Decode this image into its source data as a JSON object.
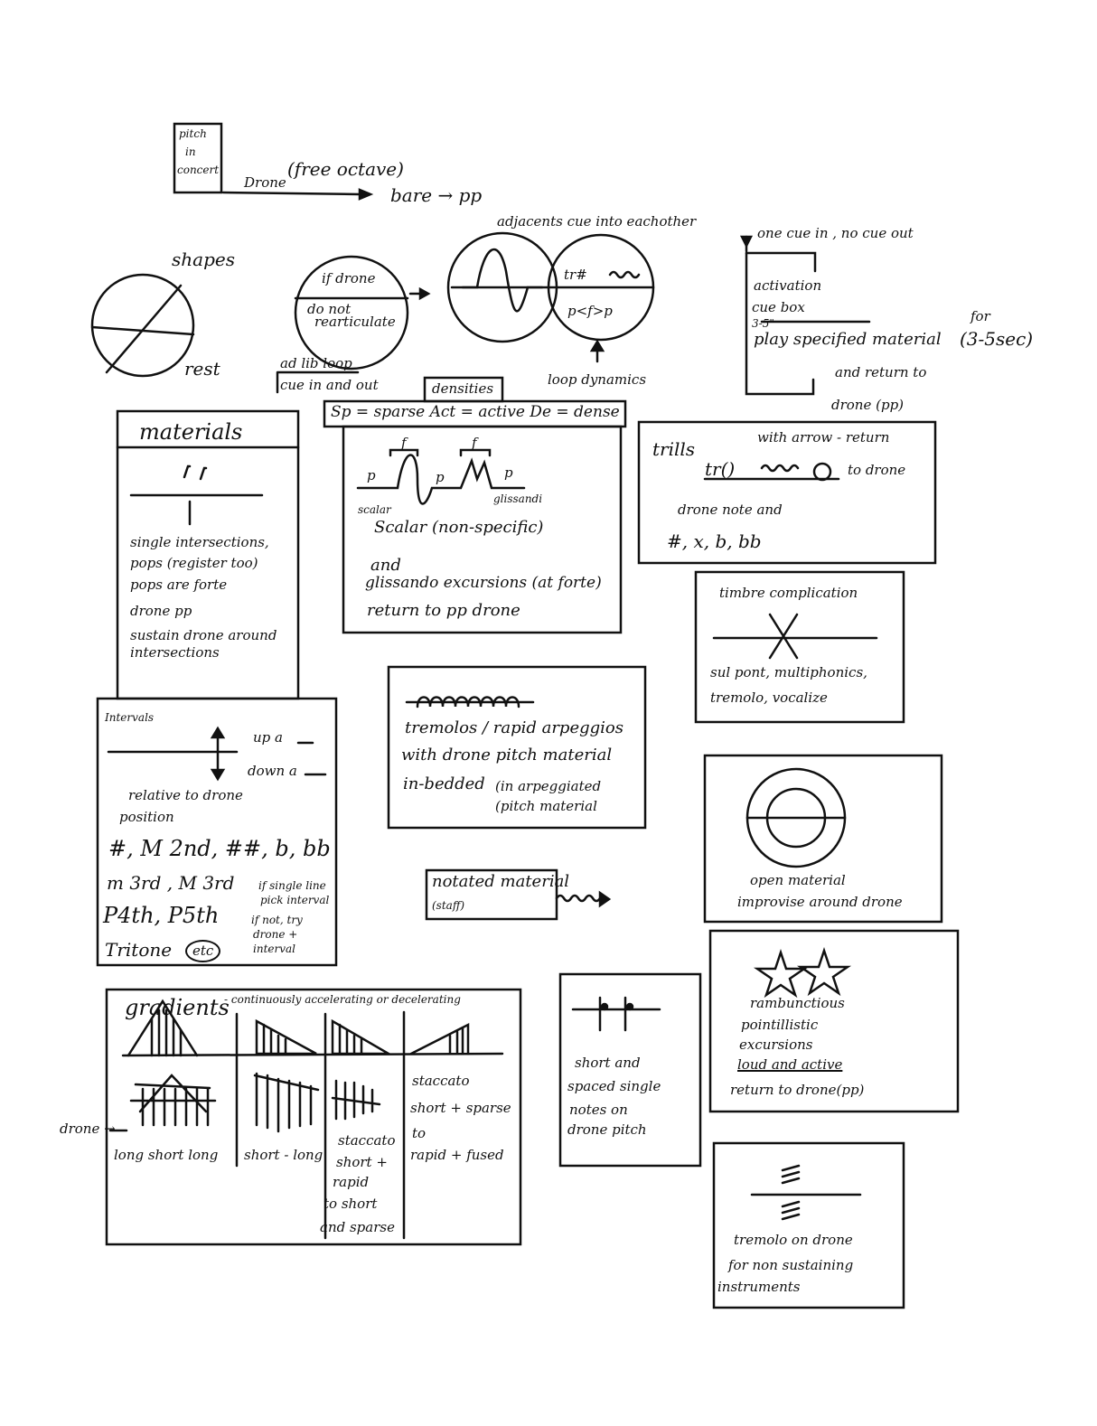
{
  "header": {
    "pitch_box": [
      "pitch",
      "in",
      "concert"
    ],
    "drone_label": "Drone",
    "drone_note": "(free octave)",
    "dynamic": "bare → pp"
  },
  "shapes": {
    "title": "shapes",
    "rest": "rest",
    "if_drone": "if drone",
    "do_not": "do not",
    "rearticulate": "rearticulate",
    "adjacents": "adjacents cue into eachother",
    "trill_mark": "tr#",
    "dyn": "p<f>p",
    "ad_lib": "ad lib loop",
    "cue_in_out": "cue in and out",
    "loop_dynamics": "loop dynamics"
  },
  "cue_box": {
    "one_cue": "one cue in , no cue out",
    "activation": "activation",
    "cue_box": "cue box",
    "secs": "3-5\"",
    "play": "play specified material",
    "for": "for",
    "for_secs": "(3-5sec)",
    "and_return": "and return to",
    "drone_pp": "drone (pp)"
  },
  "densities": {
    "title": "densities",
    "legend": "Sp = sparse   Act = active   De = dense"
  },
  "materials": {
    "title": "materials",
    "lines": [
      "single intersections,",
      "pops (register too)",
      "pops are forte",
      "drone pp",
      "sustain drone around",
      "intersections"
    ]
  },
  "scalar": {
    "f1": "f",
    "f2": "f",
    "p1": "p",
    "p2": "p",
    "p3": "p",
    "scalar_lbl": "scalar",
    "gliss_lbl": "glissandi",
    "lines": [
      "Scalar (non-specific)",
      "and",
      "glissando excursions (at forte)",
      "return to pp drone"
    ]
  },
  "trills": {
    "title": "trills",
    "arrow": "with arrow - return",
    "mark": "tr()",
    "to_drone": "to drone",
    "lines": [
      "drone note and",
      "#, x, b, bb"
    ]
  },
  "timbre": {
    "title": "timbre complication",
    "lines": [
      "sul pont, multiphonics,",
      "tremolo, vocalize"
    ]
  },
  "intervals": {
    "title": "Intervals",
    "up": "up a",
    "down": "down a",
    "lines": [
      "relative to drone",
      "position",
      "#, M 2nd, ##, b, bb",
      "m 3rd , M 3rd",
      "P4th, P5th",
      "Tritone"
    ],
    "etc": "etc",
    "note": [
      "if single line",
      "pick interval",
      "if not, try",
      "drone +",
      "interval"
    ]
  },
  "tremolos": {
    "lines": [
      "tremolos / rapid arpeggios",
      "with drone pitch material",
      "in-bedded"
    ],
    "paren": [
      "(in arpeggiated",
      "(pitch material"
    ]
  },
  "open": {
    "lines": [
      "open material",
      "improvise around drone"
    ]
  },
  "notated": {
    "line1": "notated material",
    "line2": "(staff)"
  },
  "gradients": {
    "title": "gradients",
    "subtitle": "- continuously accelerating or decelerating",
    "drone_arrow": "drone →",
    "col1": "long short long",
    "col2": "short - long",
    "col3": [
      "staccato",
      "short +",
      "rapid",
      "to short",
      "and sparse"
    ],
    "col4": [
      "staccato",
      "short + sparse",
      "to",
      "rapid + fused"
    ]
  },
  "short_spaced": {
    "lines": [
      "short and",
      "spaced single",
      "notes on",
      "drone pitch"
    ]
  },
  "rambunctious": {
    "lines": [
      "rambunctious",
      "pointillistic",
      "excursions"
    ],
    "loud": "loud and active",
    "ret": "return to drone(pp)"
  },
  "tremolo_drone": {
    "lines": [
      "tremolo on drone",
      "for non sustaining",
      "instruments"
    ]
  }
}
